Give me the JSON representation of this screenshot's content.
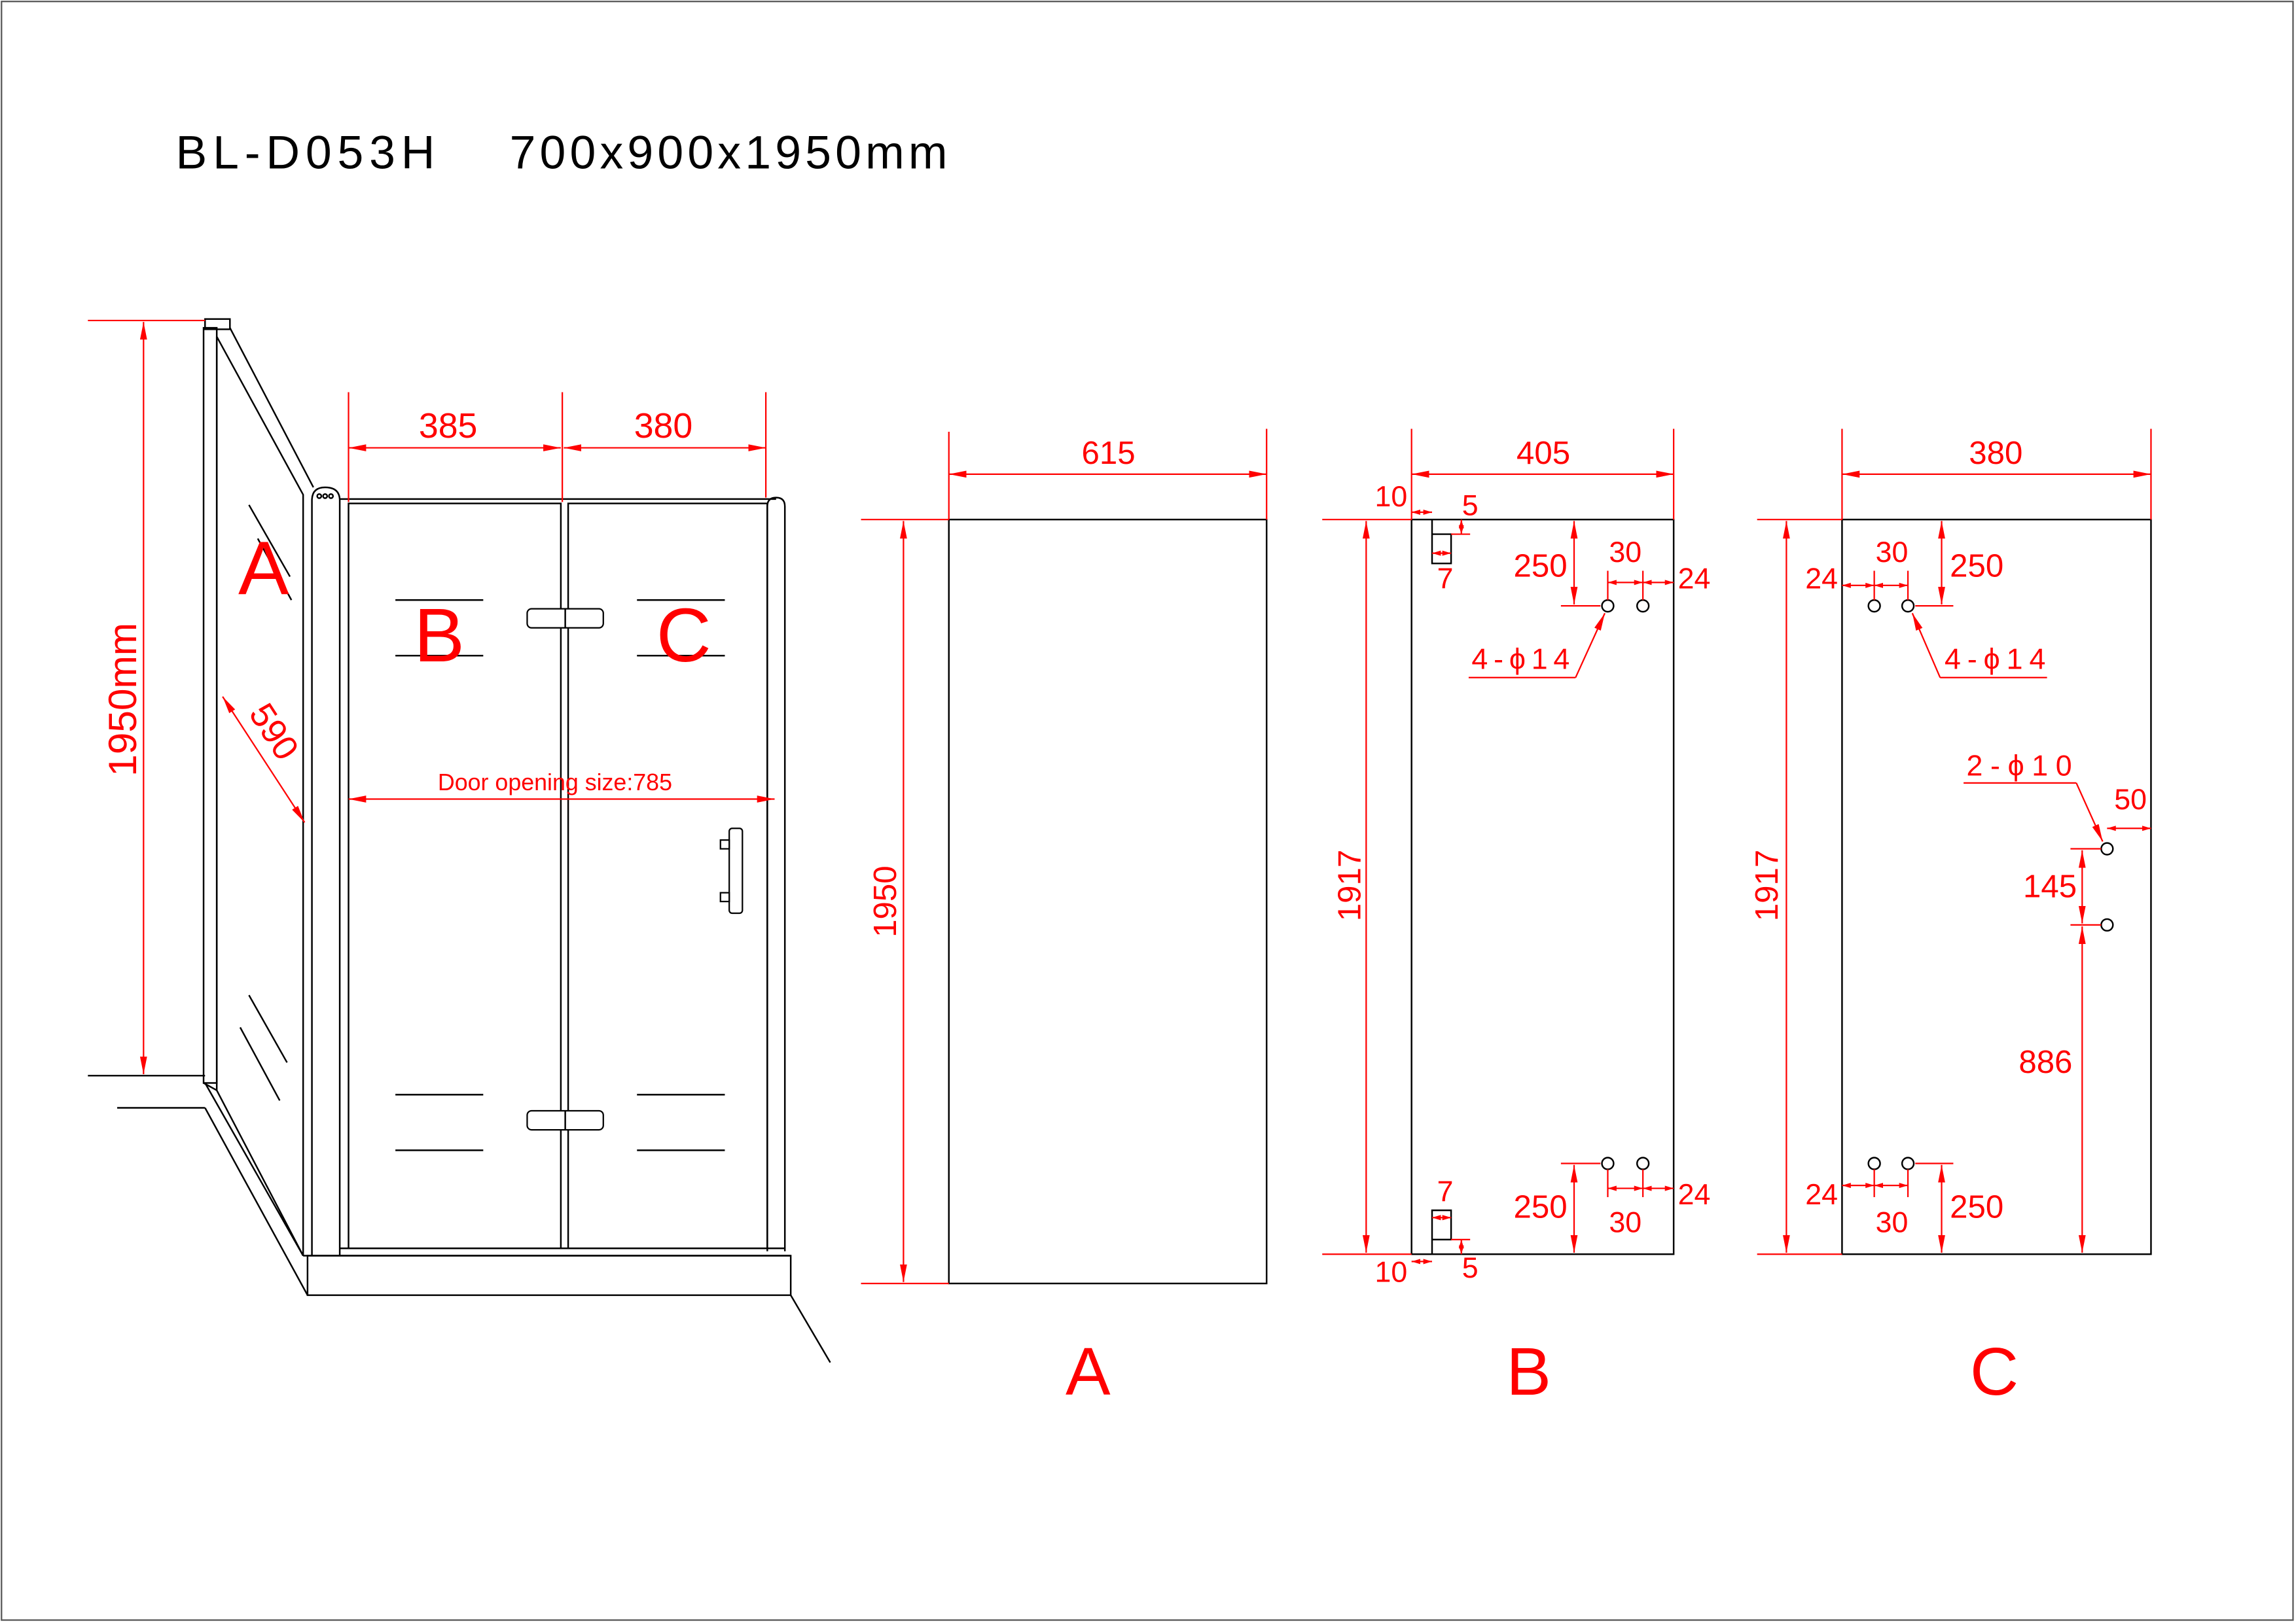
{
  "title": {
    "model": "BL-D053H",
    "dimensions": "700x900x1950mm"
  },
  "overview": {
    "label_a": "A",
    "label_b": "B",
    "label_c": "C",
    "height": "1950mm",
    "door_b_width": "385",
    "door_c_width": "380",
    "side_panel_depth": "590",
    "door_opening": "Door opening size:785"
  },
  "panel_a": {
    "label": "A",
    "width": "615",
    "height": "1950"
  },
  "panel_b": {
    "label": "B",
    "width": "405",
    "height": "1917",
    "holes_note": "4-ϕ14",
    "top": {
      "edge_offset": "10",
      "notch_offset": "5",
      "notch_width": "7",
      "hole_from_top": "250",
      "hole_spacing": "30",
      "hole_from_edge": "24"
    },
    "bottom": {
      "edge_offset": "10",
      "notch_offset": "5",
      "notch_width": "7",
      "hole_from_bottom": "250",
      "hole_spacing": "30",
      "hole_from_edge": "24"
    }
  },
  "panel_c": {
    "label": "C",
    "width": "380",
    "height": "1917",
    "holes_note": "4-ϕ14",
    "handle_holes_note": "2-ϕ10",
    "handle_hole_from_edge": "50",
    "handle_hole_spacing": "145",
    "handle_hole_from_bottom": "886",
    "top": {
      "hole_from_edge": "24",
      "hole_spacing": "30",
      "hole_from_top": "250"
    },
    "bottom": {
      "hole_from_edge": "24",
      "hole_spacing": "30",
      "hole_from_bottom": "250"
    }
  },
  "colors": {
    "dimension": "#ff0000",
    "outline": "#000000",
    "background": "#ffffff"
  }
}
